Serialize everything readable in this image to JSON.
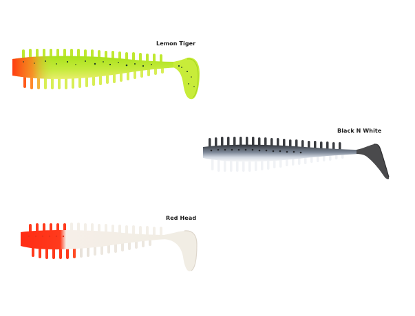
{
  "products": [
    {
      "name": "Lemon Tiger",
      "colors": {
        "body": "#b8e82a",
        "belly": "#e9f25a",
        "head": "#ff4a12",
        "speckle": "#1d3a2a",
        "tail": "#c8ec3a"
      }
    },
    {
      "name": "Black N White",
      "colors": {
        "body": "#3a3d42",
        "belly": "#f2f4f6",
        "mid": "#9aa7b8",
        "tail": "#4a4a4c"
      }
    },
    {
      "name": "Red Head",
      "colors": {
        "body": "#f4f1ea",
        "head": "#ff3018",
        "tail": "#f1ede4"
      }
    }
  ]
}
